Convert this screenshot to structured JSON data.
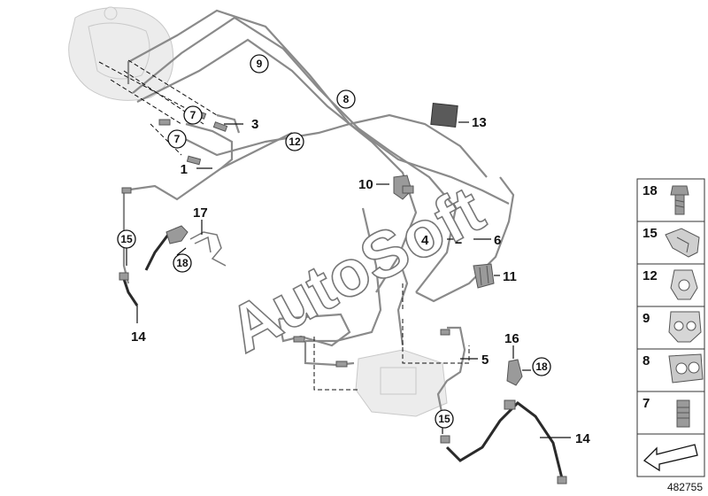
{
  "watermark": "AutoSoft",
  "reference_number": "482755",
  "callouts": {
    "c1": "1",
    "c2": "2",
    "c3": "3",
    "c4": "4",
    "c5": "5",
    "c6": "6",
    "c10": "10",
    "c11": "11",
    "c13": "13",
    "c14a": "14",
    "c14b": "14",
    "c16": "16",
    "c17": "17"
  },
  "circled_callouts": {
    "c7a": "7",
    "c7b": "7",
    "c8": "8",
    "c9": "9",
    "c12": "12",
    "c15a": "15",
    "c15b": "15",
    "c18a": "18",
    "c18b": "18"
  },
  "legend": [
    {
      "number": "18",
      "icon": "bolt-icon"
    },
    {
      "number": "15",
      "icon": "bracket-clip-icon"
    },
    {
      "number": "12",
      "icon": "single-pipe-clip-icon"
    },
    {
      "number": "9",
      "icon": "double-pipe-clip-icon"
    },
    {
      "number": "8",
      "icon": "pipe-clip-icon"
    },
    {
      "number": "7",
      "icon": "threaded-nut-icon"
    }
  ]
}
